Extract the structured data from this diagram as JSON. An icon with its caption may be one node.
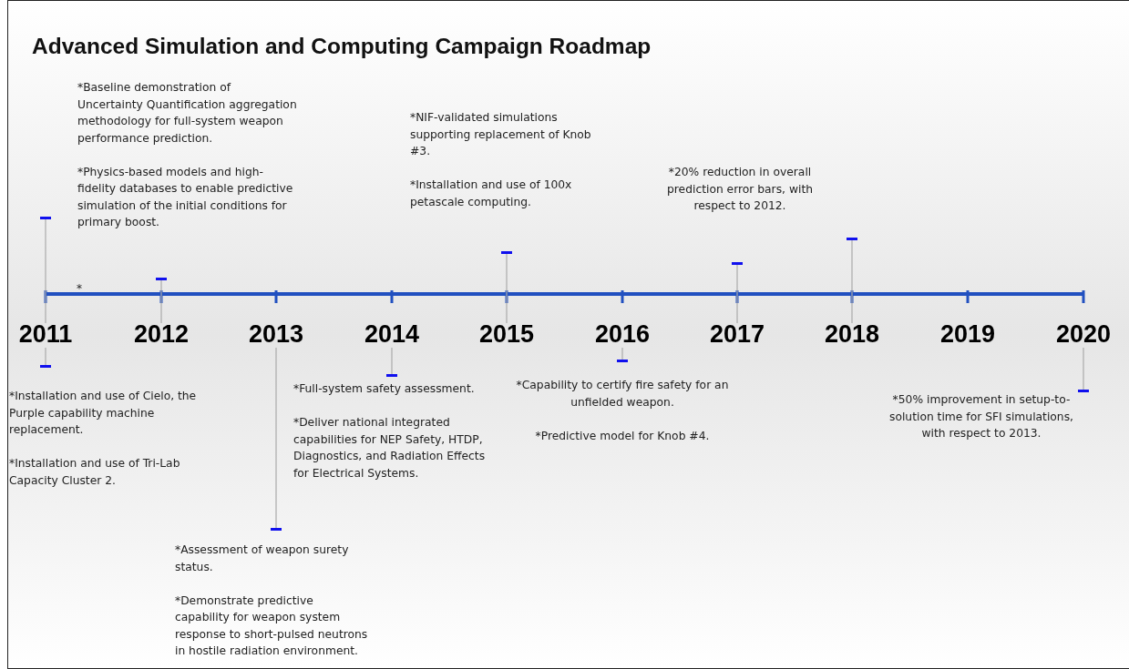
{
  "diagram": {
    "title": "Advanced Simulation and Computing Campaign Roadmap",
    "nodes": [
      {
        "text": [
          "2011"
        ]
      },
      {
        "text": [
          "2012"
        ]
      },
      {
        "text": [
          "2013"
        ]
      },
      {
        "text": [
          "2014"
        ]
      },
      {
        "text": [
          "2015"
        ]
      },
      {
        "text": [
          "2016"
        ]
      },
      {
        "text": [
          "2017"
        ]
      },
      {
        "text": [
          "2018"
        ]
      },
      {
        "text": [
          "2019"
        ]
      },
      {
        "text": [
          "2020"
        ]
      },
      {
        "text": [
          "*Baseline demonstration of Uncertainty Quantification aggregation methodology for full-system weapon performance prediction.",
          "*Physics-based models and high-fidelity databases to enable predictive simulation of the initial conditions for primary boost."
        ]
      },
      {
        "text": [
          "*Installation and use of Cielo, the Purple capability machine replacement.",
          "*Installation and use of Tri-Lab Capacity Cluster 2."
        ]
      },
      {
        "text": [
          "*Assessment of weapon surety status.",
          "*Demonstrate predictive capability for weapon system response to short-pulsed neutrons in hostile radiation environment."
        ]
      },
      {
        "text": [
          "*Full-system safety assessment.",
          "*Deliver national integrated capabilities for NEP Safety, HTDP, Diagnostics, and Radiation Effects for Electrical Systems."
        ]
      },
      {
        "text": [
          "*NIF-validated simulations supporting replacement of Knob #3.",
          "*Installation and use of 100x petascale computing."
        ]
      },
      {
        "text": [
          "*Capability to certify fire safety for an unfielded weapon.",
          "*Predictive model for Knob #4."
        ]
      },
      {
        "text": [
          "*20% reduction in overall prediction error bars, with respect to 2012."
        ]
      },
      {
        "text": [
          "*50% improvement in setup-to-solution time for SFI simulations, with respect to 2013."
        ]
      }
    ],
    "edges": [
      {
        "from": 0,
        "to": 10,
        "arrow": "other"
      },
      {
        "from": 0,
        "to": 11,
        "arrow": "other"
      },
      {
        "from": 1,
        "to": null,
        "arrow": "other"
      },
      {
        "from": 2,
        "to": 12,
        "arrow": "other"
      },
      {
        "from": 3,
        "to": 13,
        "arrow": "other"
      },
      {
        "from": 4,
        "to": 14,
        "arrow": "other"
      },
      {
        "from": 5,
        "to": 15,
        "arrow": "other"
      },
      {
        "from": 6,
        "to": 16,
        "arrow": "other"
      },
      {
        "from": 7,
        "to": null,
        "arrow": "other"
      },
      {
        "from": 9,
        "to": 17,
        "arrow": "other"
      }
    ],
    "labels": [
      "*"
    ]
  }
}
